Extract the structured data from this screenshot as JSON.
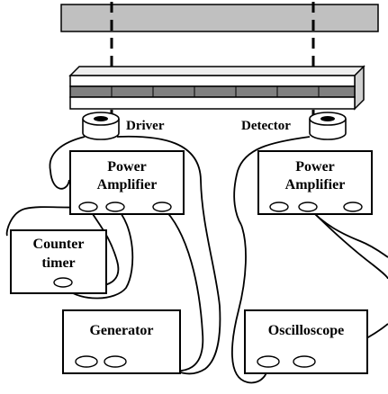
{
  "labels": {
    "driver": "Driver",
    "detector": "Detector",
    "power_amplifier_left": [
      "Power",
      "Amplifier"
    ],
    "power_amplifier_right": [
      "Power",
      "Amplifier"
    ],
    "counter_timer": [
      "Counter",
      "timer"
    ],
    "generator": "Generator",
    "oscilloscope": "Oscilloscope"
  },
  "colors": {
    "sample_bar": "#c0c0c0",
    "rod_light": "#eeeeee",
    "rod_dark": "#808080",
    "line": "#000000"
  }
}
